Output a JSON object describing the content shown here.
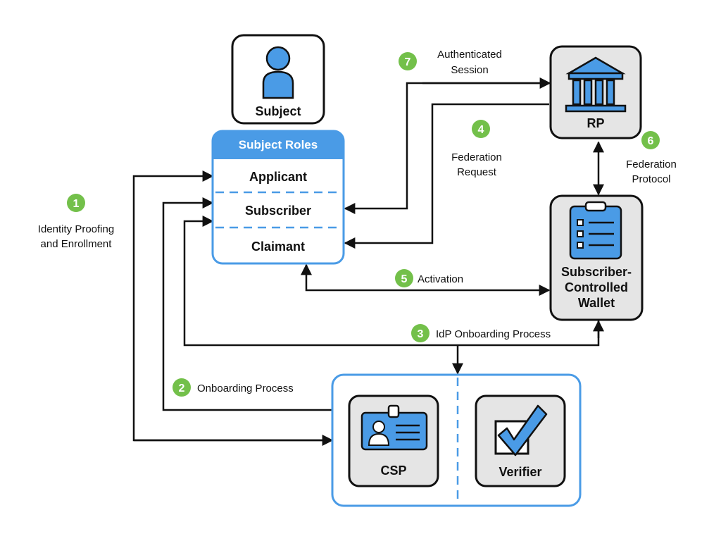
{
  "colors": {
    "accent_blue": "#4a9be6",
    "box_gray": "#e5e5e5",
    "badge_green": "#73c04a",
    "line_black": "#111111"
  },
  "nodes": {
    "subject": {
      "label": "Subject",
      "icon": "person-icon"
    },
    "roles": {
      "header": "Subject Roles",
      "applicant": "Applicant",
      "subscriber": "Subscriber",
      "claimant": "Claimant"
    },
    "rp": {
      "label": "RP",
      "icon": "bank-building-icon"
    },
    "wallet": {
      "label_line1": "Subscriber-",
      "label_line2": "Controlled",
      "label_line3": "Wallet",
      "icon": "clipboard-checklist-icon"
    },
    "csp": {
      "label": "CSP",
      "icon": "id-badge-icon"
    },
    "verifier": {
      "label": "Verifier",
      "icon": "checkmark-box-icon"
    }
  },
  "steps": [
    {
      "number": "1",
      "line1": "Identity Proofing",
      "line2": "and Enrollment"
    },
    {
      "number": "2",
      "line1": "Onboarding Process"
    },
    {
      "number": "3",
      "line1": "IdP Onboarding Process"
    },
    {
      "number": "4",
      "line1": "Federation",
      "line2": "Request"
    },
    {
      "number": "5",
      "line1": "Activation"
    },
    {
      "number": "6",
      "line1": "Federation",
      "line2": "Protocol"
    },
    {
      "number": "7",
      "line1": "Authenticated",
      "line2": "Session"
    }
  ]
}
